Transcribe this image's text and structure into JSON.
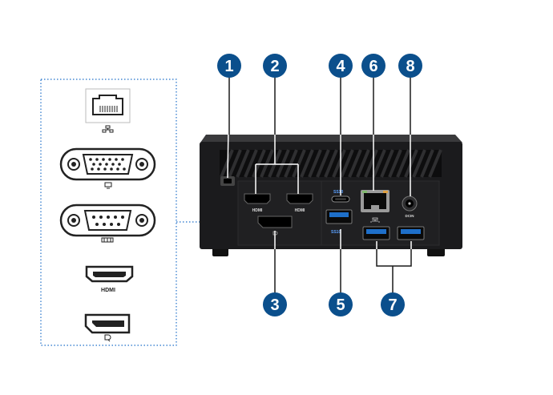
{
  "colors": {
    "badge": "#0b4f8c",
    "accent_blue": "#1e6fc9",
    "chassis": "#1b1b1d",
    "panel_border": "#1e6fc9"
  },
  "badges": [
    "1",
    "2",
    "3",
    "4",
    "5",
    "6",
    "7",
    "8"
  ],
  "panel": {
    "items": [
      {
        "icon": "ethernet-port-icon",
        "caption_icon": "network-symbol-icon"
      },
      {
        "icon": "vga-port-icon",
        "caption_icon": "monitor-symbol-icon"
      },
      {
        "icon": "serial-com-port-icon",
        "caption_icon": "serial-symbol-icon"
      },
      {
        "icon": "hdmi-port-icon",
        "label": "HDMI"
      },
      {
        "icon": "displayport-icon",
        "caption_icon": "displayport-symbol-icon"
      }
    ]
  },
  "device": {
    "hdmi_left_label": "HDMI",
    "hdmi_right_label": "HDMI",
    "dc_label": "DCIN"
  }
}
